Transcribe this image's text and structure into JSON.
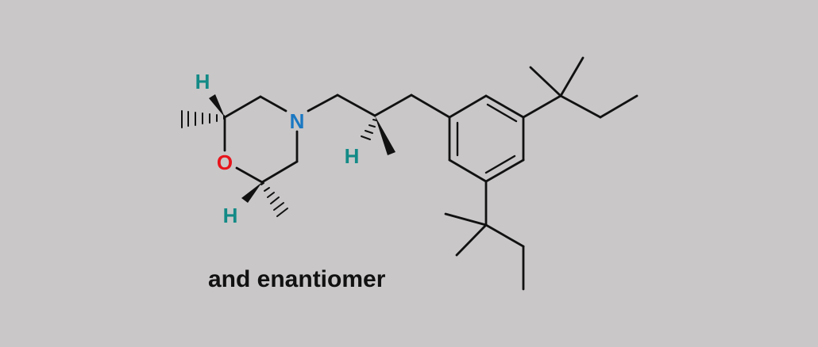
{
  "caption": "and enantiomer",
  "atoms": {
    "nitrogen": "N",
    "oxygen": "O",
    "hydrogen_top": "H",
    "hydrogen_bottom": "H",
    "hydrogen_chain": "H"
  },
  "colors": {
    "background": "#c9c7c8",
    "bond": "#111111",
    "nitrogen": "#1a78c2",
    "oxygen": "#e8141b",
    "hydrogen": "#138a86"
  }
}
